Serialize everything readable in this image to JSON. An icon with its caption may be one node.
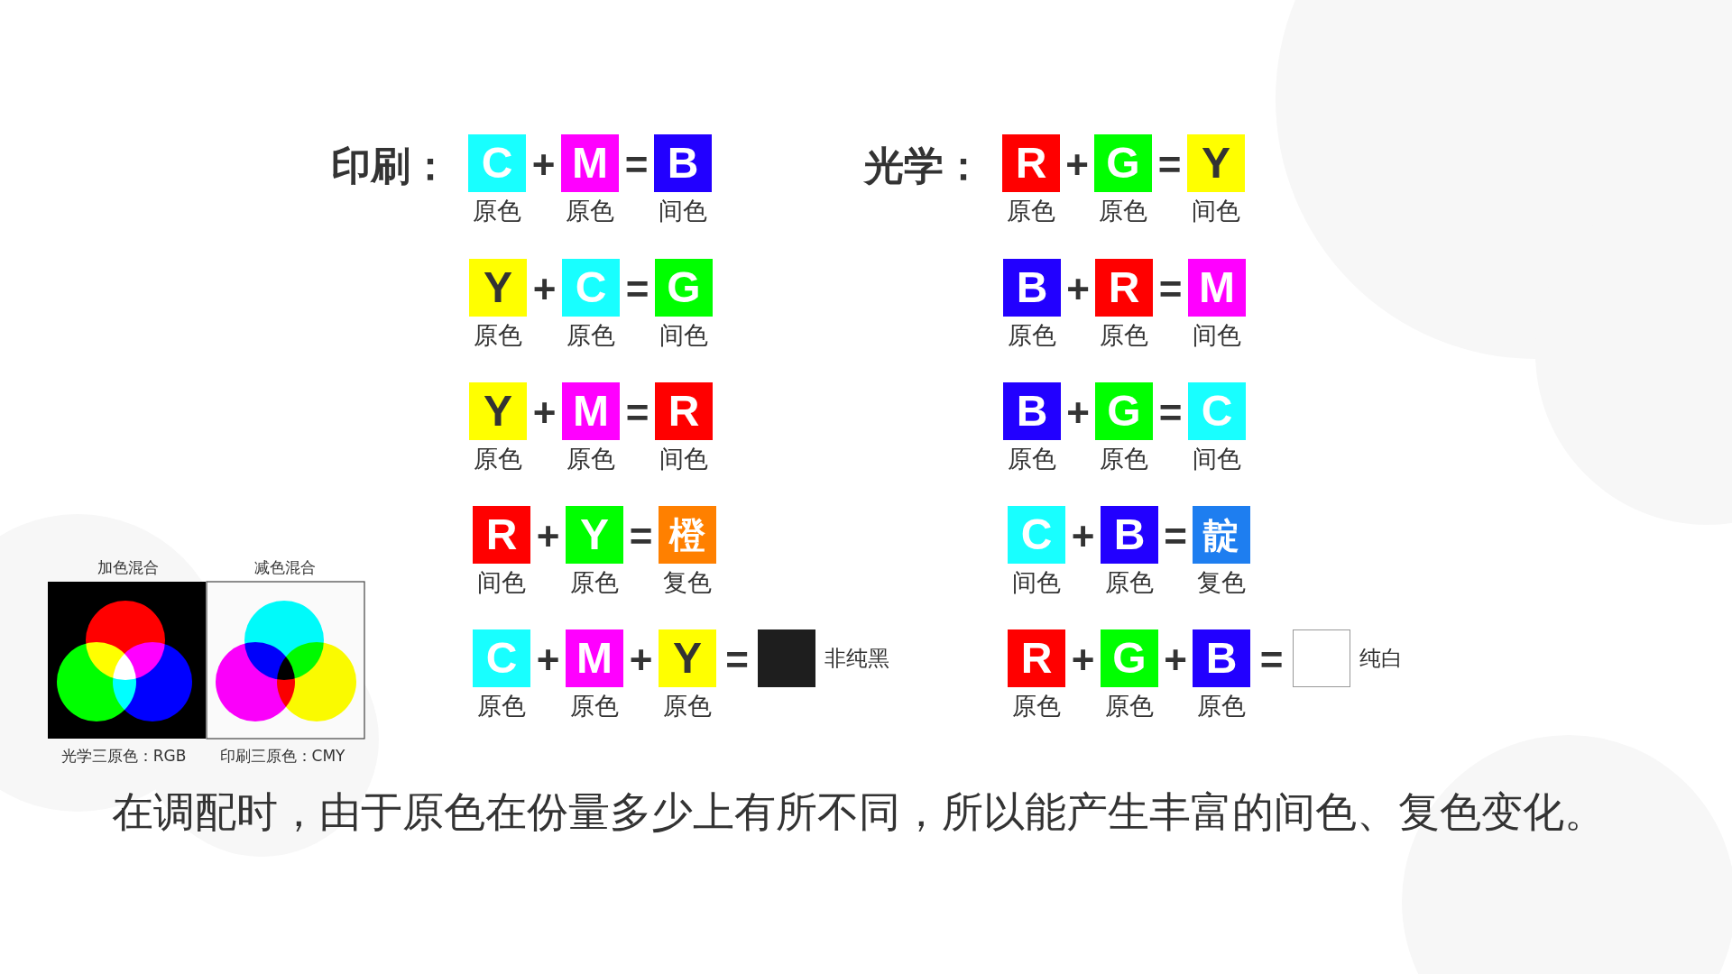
{
  "diagram": {
    "nodes": [
      {
        "text": [
          "C"
        ],
        "beside": [
          "原色"
        ]
      },
      {
        "text": [
          "M"
        ],
        "beside": [
          "原色"
        ]
      },
      {
        "text": [
          "B"
        ],
        "beside": [
          "间色"
        ]
      },
      {
        "text": [
          "Y"
        ],
        "beside": [
          "原色"
        ]
      },
      {
        "text": [
          "C"
        ],
        "beside": [
          "原色"
        ]
      },
      {
        "text": [
          "G"
        ],
        "beside": [
          "间色"
        ]
      },
      {
        "text": [
          "Y"
        ],
        "beside": [
          "原色"
        ]
      },
      {
        "text": [
          "M"
        ],
        "beside": [
          "原色"
        ]
      },
      {
        "text": [
          "R"
        ],
        "beside": [
          "间色"
        ]
      },
      {
        "text": [
          "R"
        ],
        "beside": [
          "间色"
        ]
      },
      {
        "text": [
          "Y"
        ],
        "beside": [
          "原色"
        ]
      },
      {
        "text": [
          "橙"
        ],
        "beside": [
          "复色"
        ]
      },
      {
        "text": [
          "C"
        ],
        "beside": [
          "原色"
        ]
      },
      {
        "text": [
          "M"
        ],
        "beside": [
          "原色"
        ]
      },
      {
        "text": [
          "Y"
        ],
        "beside": [
          "原色"
        ]
      },
      {
        "text": [],
        "shape": "box",
        "beside": [
          "非纯黑"
        ]
      },
      {
        "text": [
          "R"
        ],
        "beside": [
          "原色"
        ]
      },
      {
        "text": [
          "G"
        ],
        "beside": [
          "原色"
        ]
      },
      {
        "text": [
          "Y"
        ],
        "beside": [
          "间色"
        ]
      },
      {
        "text": [
          "B"
        ],
        "beside": [
          "原色"
        ]
      },
      {
        "text": [
          "R"
        ],
        "beside": [
          "原色"
        ]
      },
      {
        "text": [
          "M"
        ],
        "beside": [
          "间色"
        ]
      },
      {
        "text": [
          "B"
        ],
        "beside": [
          "原色"
        ]
      },
      {
        "text": [
          "G"
        ],
        "beside": [
          "原色"
        ]
      },
      {
        "text": [
          "C"
        ],
        "beside": [
          "间色"
        ]
      },
      {
        "text": [
          "C"
        ],
        "beside": [
          "间色"
        ]
      },
      {
        "text": [
          "B"
        ],
        "beside": [
          "原色"
        ]
      },
      {
        "text": [
          "靛"
        ],
        "beside": [
          "复色"
        ]
      },
      {
        "text": [
          "R"
        ],
        "beside": [
          "原色"
        ]
      },
      {
        "text": [
          "G"
        ],
        "beside": [
          "原色"
        ]
      },
      {
        "text": [
          "B"
        ],
        "beside": [
          "原色"
        ]
      },
      {
        "text": [],
        "shape": "box",
        "beside": [
          "纯白"
        ]
      }
    ],
    "labels": [
      "印刷：",
      "+",
      "=",
      "+",
      "=",
      "+",
      "=",
      "+",
      "=",
      "+",
      "+",
      "=",
      "光学：",
      "+",
      "=",
      "+",
      "=",
      "+",
      "=",
      "+",
      "=",
      "+",
      "+",
      "=",
      "加色混合",
      "减色混合",
      "光学三原色：RGB",
      "印刷三原色：CMY",
      "在调配时，由于原色在份量多少上有所不同，所以能产生丰富的间色、复色变化。"
    ]
  }
}
